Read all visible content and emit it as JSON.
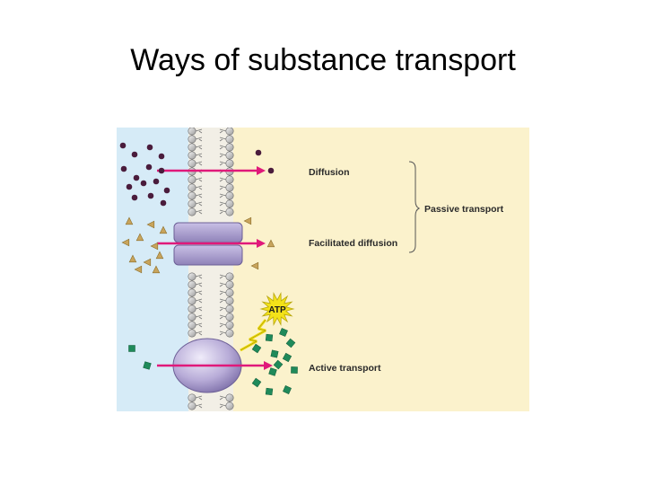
{
  "slide": {
    "title": "Ways of substance transport"
  },
  "diagram": {
    "labels": {
      "diffusion": "Diffusion",
      "facilitated_diffusion": "Facilitated diffusion",
      "passive_transport": "Passive transport",
      "active_transport": "Active transport",
      "atp": "ATP"
    },
    "colors": {
      "left_bg": "#d6ebf7",
      "right_bg": "#fbf2cc",
      "arrow": "#e0197a",
      "molecule_dot": "#4a1c3c",
      "triangle": "#c8a45c",
      "square": "#1f8a5a",
      "protein": "#a79bc9",
      "atp_burst": "#f3e219"
    }
  }
}
